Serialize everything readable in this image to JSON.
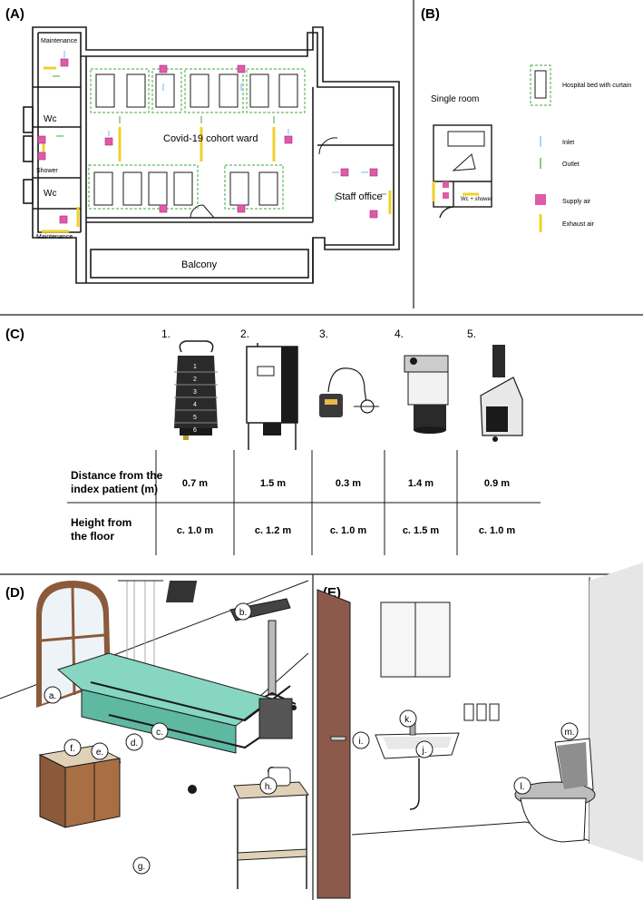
{
  "panels": {
    "a": "(A)",
    "b": "(B)",
    "c": "(C)",
    "d": "(D)",
    "e": "(E)"
  },
  "floorplan": {
    "maintenance_top": "Maintenance",
    "maintenance_bottom": "Maintenance",
    "wc_top": "Wc",
    "wc_bottom": "Wc",
    "shower": "Shower",
    "ward": "Covid-19 cohort ward",
    "staff_office": "Staff office",
    "balcony": "Balcony"
  },
  "legend": {
    "single_room": "Single room",
    "bed": "Hospital bed with curtain",
    "inlet": "Inlet",
    "outlet": "Outlet",
    "supply": "Supply air",
    "exhaust": "Exhaust air",
    "wc_shower": "Wc + shower"
  },
  "colors": {
    "supply": "#e05aa8",
    "exhaust": "#f0d02a",
    "inlet": "#7ab8e8",
    "outlet": "#3caa3c",
    "door": "#8b5a4a",
    "linen": "#86d6c2"
  },
  "samplers": {
    "numbers": [
      "1.",
      "2.",
      "3.",
      "4.",
      "5."
    ],
    "stack_numbers": [
      "1",
      "2",
      "3",
      "4",
      "5",
      "6"
    ],
    "row1_header": [
      "Distance from the",
      "index patient (m)"
    ],
    "row2_header": [
      "Height from",
      "the floor"
    ],
    "distance": [
      "0.7 m",
      "1.5 m",
      "0.3 m",
      "1.4 m",
      "0.9 m"
    ],
    "height": [
      "c. 1.0 m",
      "c. 1.2 m",
      "c. 1.0 m",
      "c. 1.5 m",
      "c. 1.0 m"
    ]
  },
  "room_labels": {
    "a": "a.",
    "b": "b.",
    "c": "c.",
    "d": "d.",
    "e": "e.",
    "f": "f.",
    "g": "g.",
    "h": "h.",
    "i": "i.",
    "j": "j.",
    "k": "k.",
    "l": "l.",
    "m": "m."
  }
}
